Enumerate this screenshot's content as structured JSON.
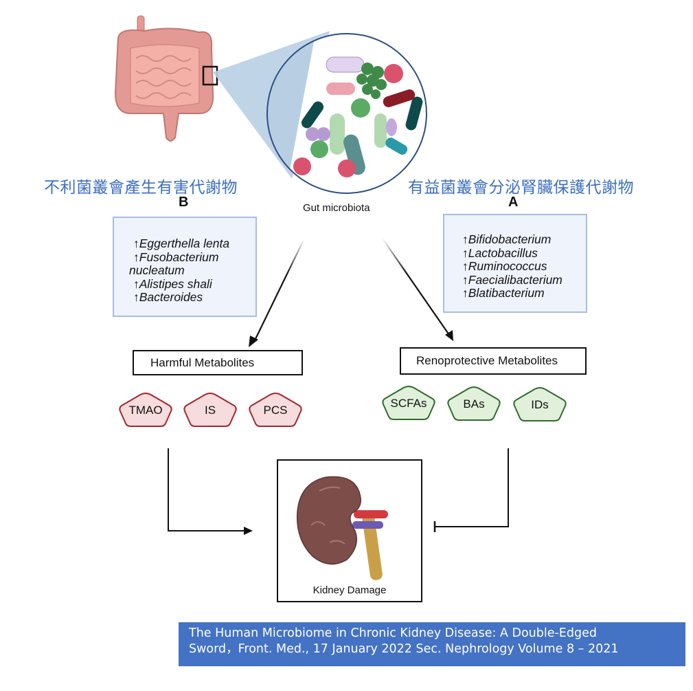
{
  "diagram": {
    "top": {
      "organ_label": "intestine-illustration",
      "microbiota_label": "Gut microbiota"
    },
    "left_branch": {
      "chinese_title": "不利菌叢會產生有害代謝物",
      "letter": "B",
      "bacteria": [
        "↑Eggerthella lenta",
        "↑Fusobacterium",
        "nucleatum",
        "↑Alistipes shali",
        "↑Bacteroides"
      ],
      "metabolite_box": "Harmful Metabolites",
      "metabolites": [
        "TMAO",
        "IS",
        "PCS"
      ],
      "metabolite_fill": "#f6dcdc",
      "metabolite_stroke": "#a3262d",
      "effect": "promotes"
    },
    "right_branch": {
      "chinese_title": "有益菌叢會分泌腎臟保護代謝物",
      "letter": "A",
      "bacteria": [
        "↑Bifidobacterium",
        "↑Lactobacillus",
        "↑Ruminococcus",
        "↑Faecialibacterium",
        "↑Blatibacterium"
      ],
      "metabolite_box": "Renoprotective Metabolites",
      "metabolites": [
        "SCFAs",
        "BAs",
        "IDs"
      ],
      "metabolite_fill": "#e0f0da",
      "metabolite_stroke": "#2f6b2b",
      "effect": "inhibits"
    },
    "outcome": {
      "label": "Kidney Damage"
    },
    "caption": {
      "line1": "The Human Microbiome in Chronic Kidney Disease: A Double-Edged",
      "line2": "Sword，Front. Med., 17 January 2022 Sec. Nephrology Volume 8 – 2021"
    },
    "colors": {
      "title_blue": "#3d6fc0",
      "caption_bg": "#4472c4",
      "box_bg": "#eef3fc",
      "box_border": "#a9bde3"
    }
  }
}
